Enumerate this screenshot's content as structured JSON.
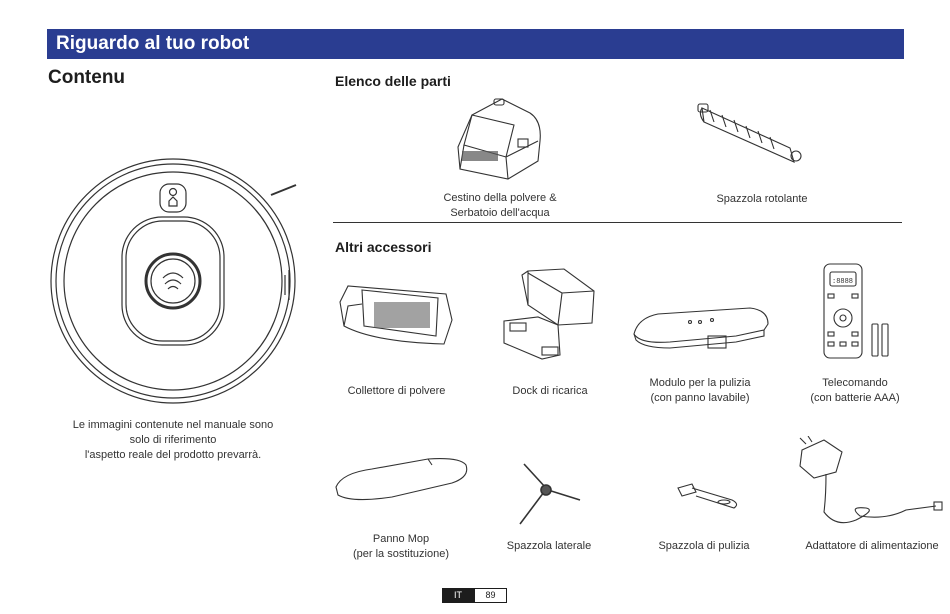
{
  "header": {
    "banner_title": "Riguardo al tuo robot"
  },
  "left": {
    "title": "Contenu",
    "note": "Le immagini contenute nel manuale sono\nsolo di riferimento\nl'aspetto reale del prodotto prevarrà."
  },
  "parts": {
    "title": "Elenco delle parti",
    "items": [
      {
        "label": "Cestino della polvere &\nSerbatoio dell'acqua"
      },
      {
        "label": "Spazzola rotolante"
      }
    ]
  },
  "accessories": {
    "title": "Altri accessori",
    "items": [
      {
        "label": "Collettore di polvere"
      },
      {
        "label": "Dock di ricarica"
      },
      {
        "label": "Modulo per la pulizia\n(con panno lavabile)"
      },
      {
        "label": "Telecomando\n(con batterie AAA)"
      },
      {
        "label": "Panno Mop\n(per la sostituzione)"
      },
      {
        "label": "Spazzola laterale"
      },
      {
        "label": "Spazzola di pulizia"
      },
      {
        "label": "Adattatore di alimentazione"
      }
    ]
  },
  "footer": {
    "language": "IT",
    "page_number": "89"
  },
  "colors": {
    "banner": "#2a3d91",
    "text": "#1d1d1d"
  }
}
